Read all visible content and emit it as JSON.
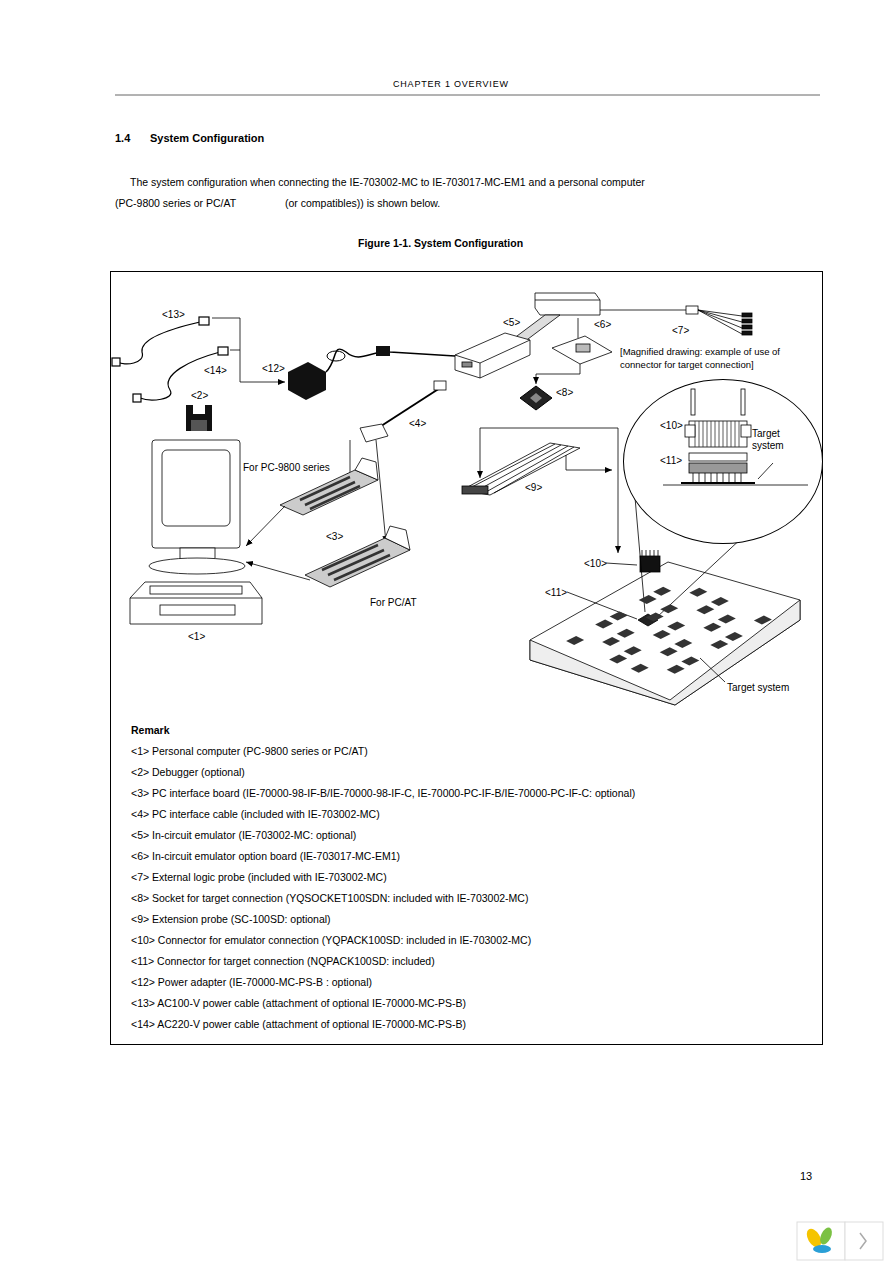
{
  "diagram": {
    "title": "Figure 1-1. System Configuration",
    "nodes": [
      {
        "text": [
          "Remark",
          "<1> Personal computer (PC-9800 series or PC/AT)",
          "<2> Debugger (optional)",
          "<3> PC interface board (IE-70000-98-IF-B/IE-70000-98-IF-C, IE-70000-PC-IF-B/IE-70000-PC-IF-C: optional)",
          "<4> PC interface cable (included with IE-703002-MC)",
          "<5> In-circuit emulator (IE-703002-MC: optional)",
          "<6> In-circuit emulator option board (IE-703017-MC-EM1)",
          "<7> External logic probe (included with IE-703002-MC)",
          "<8> Socket for target connection (YQSOCKET100SDN: included with IE-703002-MC)",
          "<9> Extension probe (SC-100SD: optional)",
          "<10> Connector for emulator connection (YQPACK100SD: included in IE-703002-MC)",
          "<11> Connector for target connection (NQPACK100SD: included)",
          "<12> Power adapter (IE-70000-MC-PS-B : optional)",
          "<13> AC100-V power cable (attachment of optional IE-70000-MC-PS-B)",
          "<14> AC220-V power cable (attachment of optional IE-70000-MC-PS-B)"
        ]
      },
      {
        "text": [
          "<10>",
          "<11>",
          "Target system"
        ],
        "in": 0
      }
    ],
    "labels": [
      "CHAPTER 1 OVERVIEW",
      "1.4",
      "System Configuration",
      "The system configuration when connecting the IE-703002-MC to IE-703017-MC-EM1 and a personal computer",
      "(PC-9800 series or PC/AT",
      "(or compatibles)) is shown below.",
      "<13>",
      "<14>",
      "<12>",
      "<5>",
      "<6>",
      "<7>",
      "[Magnified drawing: example of use of connector for target connection]",
      "<8>",
      "<2>",
      "<4>",
      "For PC-9800 series",
      "<9>",
      "<3>",
      "<10>",
      "<11>",
      "For PC/AT",
      "<1>",
      "Target system",
      "13"
    ]
  }
}
